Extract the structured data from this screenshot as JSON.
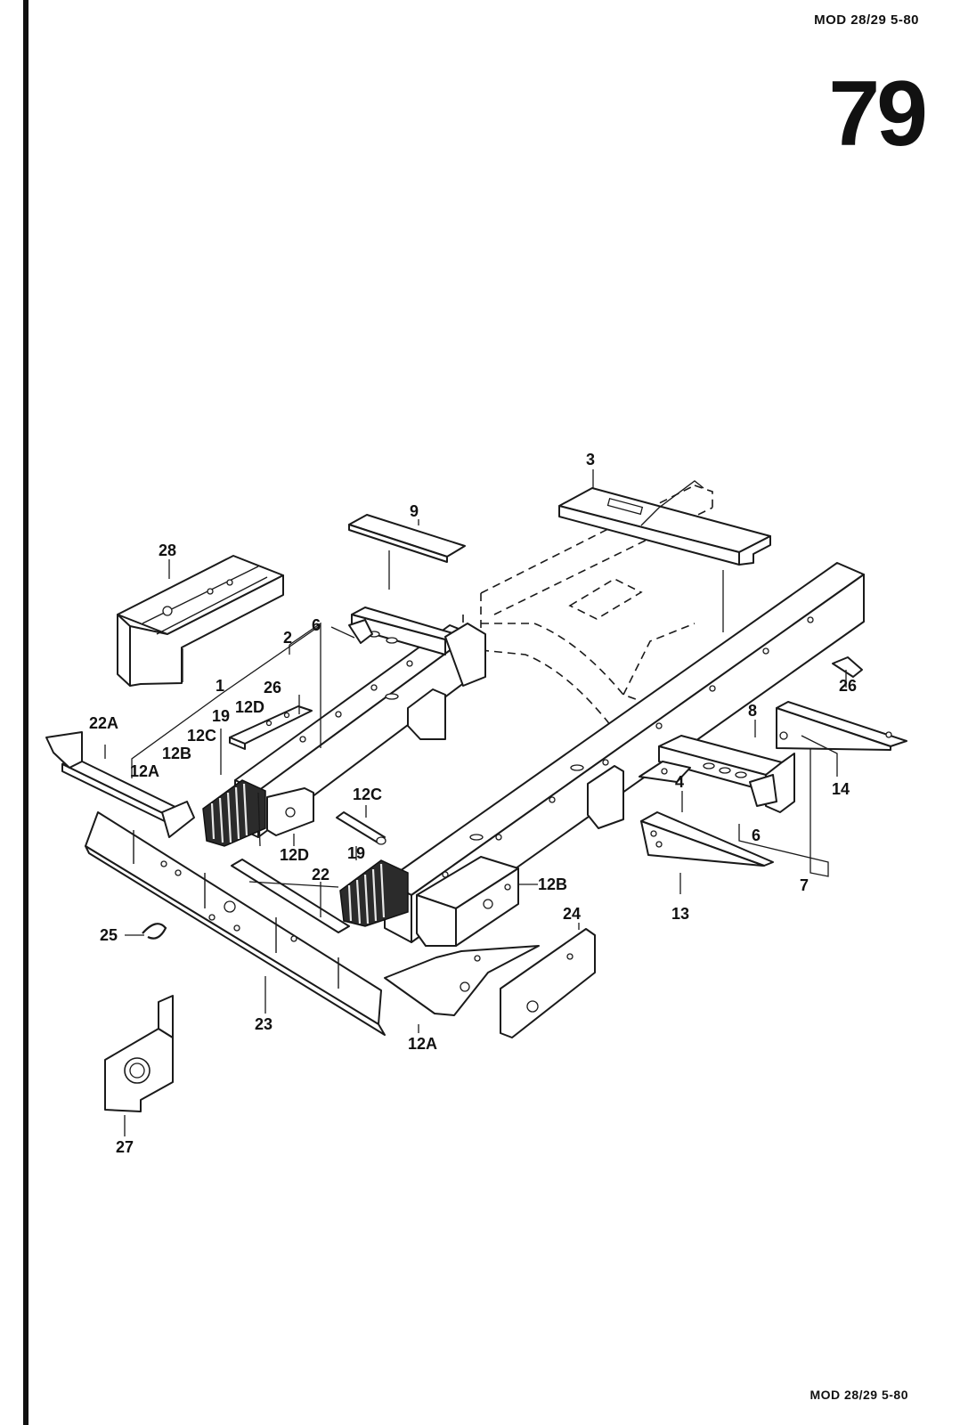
{
  "header": {
    "model_ref": "MOD 28/29  5-80",
    "page_number": "79"
  },
  "footer": {
    "model_ref": "MOD 28/29  5-80"
  },
  "labels": {
    "l3": "3",
    "l9": "9",
    "l28": "28",
    "l6a": "6",
    "l2": "2",
    "l1": "1",
    "l26a": "26",
    "l12Da": "12D",
    "l19a": "19",
    "l12Ca": "12C",
    "l12Ba": "12B",
    "l12Aa": "12A",
    "l22A": "22A",
    "l26b": "26",
    "l8": "8",
    "l14": "14",
    "l4": "4",
    "l6b": "6",
    "l7": "7",
    "l13": "13",
    "l12Cb": "12C",
    "l19b": "19",
    "l22": "22",
    "l12Db": "12D",
    "l12Bb": "12B",
    "l24": "24",
    "l25": "25",
    "l23": "23",
    "l12Ab": "12A",
    "l27": "27"
  }
}
